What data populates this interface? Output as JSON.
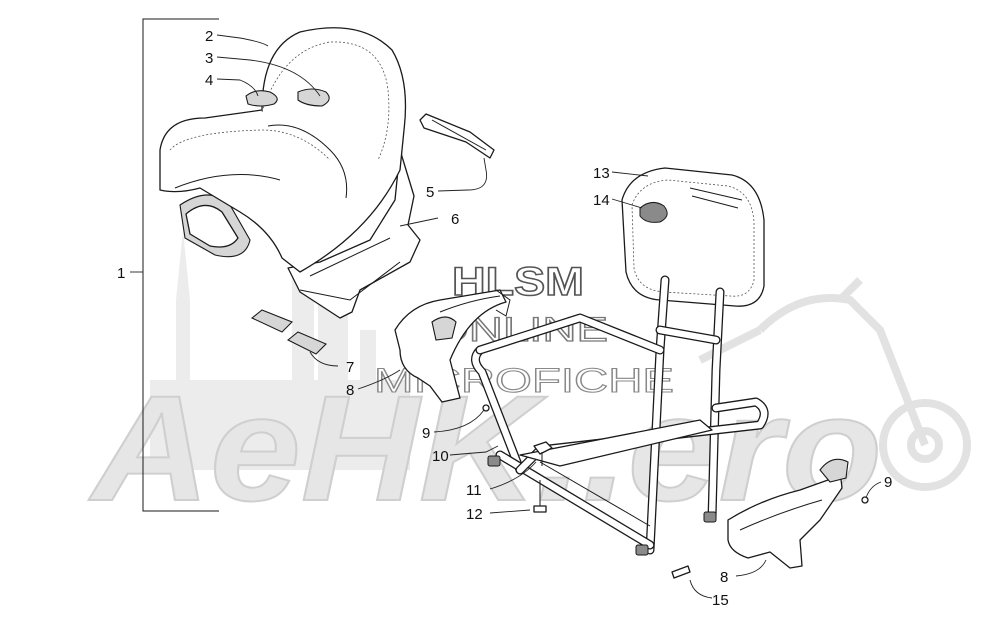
{
  "watermark": {
    "line1": "HLSM",
    "line2": "ONLINE",
    "line3": "MICROFICHE",
    "brand": "AeHK..ero"
  },
  "callouts": [
    {
      "id": "c1",
      "label": "1"
    },
    {
      "id": "c2",
      "label": "2"
    },
    {
      "id": "c3",
      "label": "3"
    },
    {
      "id": "c4",
      "label": "4"
    },
    {
      "id": "c5",
      "label": "5"
    },
    {
      "id": "c6",
      "label": "6"
    },
    {
      "id": "c7",
      "label": "7"
    },
    {
      "id": "c8a",
      "label": "8"
    },
    {
      "id": "c9a",
      "label": "9"
    },
    {
      "id": "c10",
      "label": "10"
    },
    {
      "id": "c11",
      "label": "11"
    },
    {
      "id": "c12",
      "label": "12"
    },
    {
      "id": "c13",
      "label": "13"
    },
    {
      "id": "c14",
      "label": "14"
    },
    {
      "id": "c8b",
      "label": "8"
    },
    {
      "id": "c9b",
      "label": "9"
    },
    {
      "id": "c15",
      "label": "15"
    }
  ],
  "colors": {
    "line": "#1a1a1a",
    "watermark": "#d9d9d9"
  }
}
